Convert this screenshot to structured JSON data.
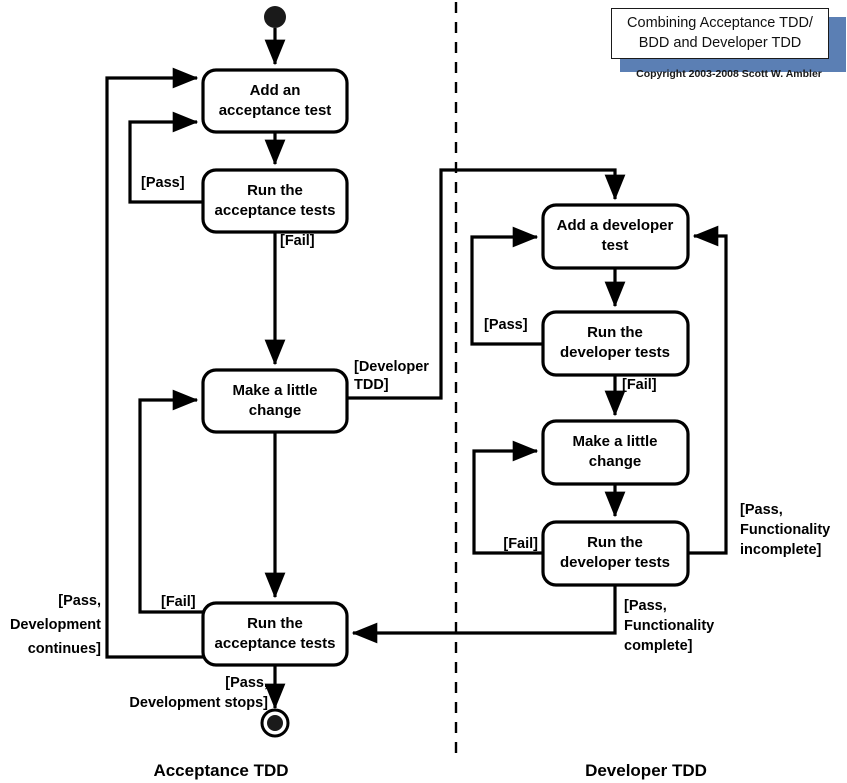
{
  "title_block": {
    "line1": "Combining Acceptance TDD/",
    "line2": "BDD and Developer TDD",
    "copyright": "Copyright 2003-2008 Scott W. Ambler",
    "box_bg": "#ffffff",
    "shadow_color": "#5b7fb4",
    "border_color": "#1a1a1a"
  },
  "partitions": [
    {
      "name": "acceptance-tdd",
      "label": "Acceptance TDD"
    },
    {
      "name": "developer-tdd",
      "label": "Developer TDD"
    }
  ],
  "acceptance": {
    "nodes": {
      "add_test": {
        "line1": "Add an",
        "line2": "acceptance test"
      },
      "run_tests_top": {
        "line1": "Run the",
        "line2": "acceptance tests"
      },
      "make_change": {
        "line1": "Make a little",
        "line2": "change"
      },
      "run_tests_bottom": {
        "line1": "Run the",
        "line2": "acceptance tests"
      }
    },
    "guards": {
      "pass_top": "[Pass]",
      "fail_top": "[Fail]",
      "developer_tdd_1": "[Developer",
      "developer_tdd_2": "TDD]",
      "fail_bottom": "[Fail]",
      "pass_dev_continues_1": "[Pass,",
      "pass_dev_continues_2": "Development",
      "pass_dev_continues_3": "continues]",
      "pass_dev_stops_1": "[Pass,",
      "pass_dev_stops_2": "Development stops]"
    }
  },
  "developer": {
    "nodes": {
      "add_test": {
        "line1": "Add a developer",
        "line2": "test"
      },
      "run_tests_top": {
        "line1": "Run the",
        "line2": "developer tests"
      },
      "make_change": {
        "line1": "Make a little",
        "line2": "change"
      },
      "run_tests_bottom": {
        "line1": "Run the",
        "line2": "developer tests"
      }
    },
    "guards": {
      "pass_top": "[Pass]",
      "fail_mid": "[Fail]",
      "fail_bottom": "[Fail]",
      "pass_incomplete_1": "[Pass,",
      "pass_incomplete_2": "Functionality",
      "pass_incomplete_3": "incomplete]",
      "pass_complete_1": "[Pass,",
      "pass_complete_2": "Functionality",
      "pass_complete_3": "complete]"
    }
  },
  "colors": {
    "stroke": "#000000",
    "node_fill": "#ffffff",
    "background": "#ffffff"
  }
}
